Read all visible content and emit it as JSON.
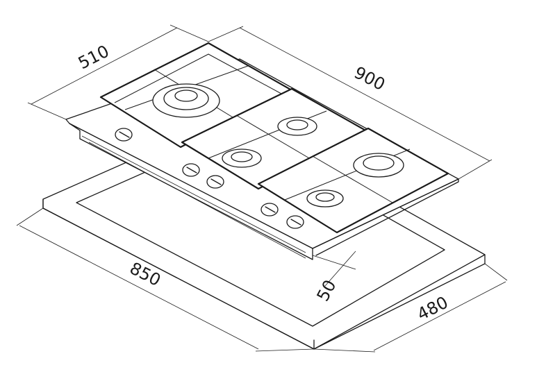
{
  "dimensions": {
    "depth_top": "510",
    "width_top": "900",
    "cutout_width": "850",
    "cutout_depth": "480",
    "edge_offset": "50"
  },
  "icons": {
    "burner": "gas-burner-icon",
    "knob": "control-knob-icon"
  }
}
